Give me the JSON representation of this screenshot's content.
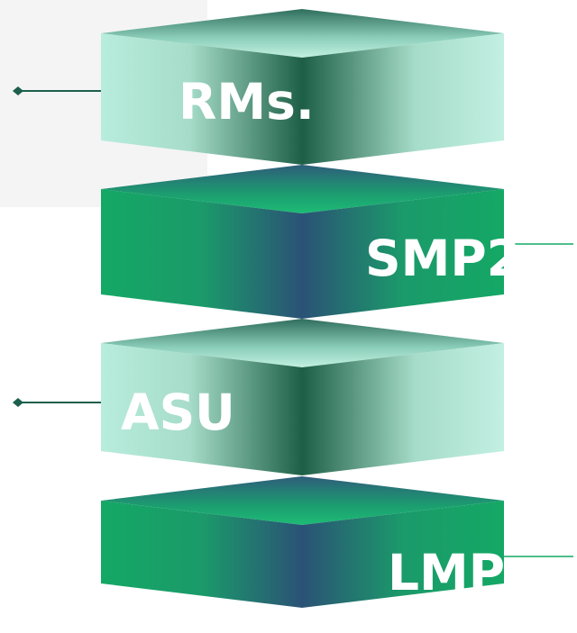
{
  "layers": [
    {
      "id": "rms",
      "label": "RMs.",
      "theme": "mint",
      "connector": "left"
    },
    {
      "id": "smp2",
      "label": "SMP2",
      "theme": "green",
      "connector": "right"
    },
    {
      "id": "asu",
      "label": "ASU",
      "theme": "mint",
      "connector": "left"
    },
    {
      "id": "lmp",
      "label": "LMP",
      "theme": "green",
      "connector": "right"
    }
  ],
  "colors": {
    "mint_light": "#b8ecdc",
    "mint_dark": "#1d5f46",
    "mint_top_light": "#c2f0e0",
    "mint_top_dark": "#2f6e5c",
    "green_light": "#14a865",
    "green_dark": "#2b5276",
    "green_top_light": "#1dbb75",
    "green_top_dark": "#2e5d7a",
    "connector": "#1c5f4c"
  }
}
